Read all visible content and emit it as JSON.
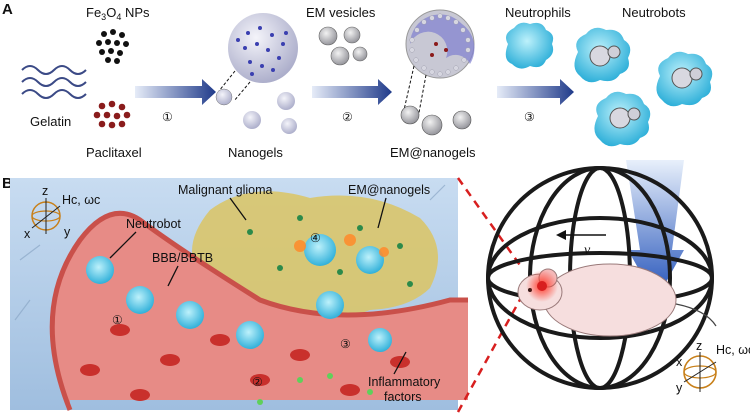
{
  "panel_a": {
    "label": "A",
    "fe3o4": "Fe3O4 NPs",
    "gelatin": "Gelatin",
    "paclitaxel": "Paclitaxel",
    "nanogels": "Nanogels",
    "em_vesicles": "EM vesicles",
    "em_nanogels": "EM@nanogels",
    "neutrophils": "Neutrophils",
    "neutrobots": "Neutrobots",
    "steps": [
      "①",
      "②",
      "③"
    ]
  },
  "panel_b": {
    "label": "B",
    "malignant_glioma": "Malignant glioma",
    "em_nanogels": "EM@nanogels",
    "neutrobot": "Neutrobot",
    "bbb": "BBB/BBTB",
    "inflammatory": "Inflammatory",
    "factors": "factors",
    "steps": [
      "①",
      "②",
      "③",
      "④"
    ],
    "axes": {
      "z": "z",
      "x": "x",
      "y": "y",
      "field": "Hc, ωc"
    },
    "velocity": "v",
    "mouse_axes": {
      "z": "z",
      "x": "x",
      "y": "y",
      "field": "Hc, ωc"
    }
  },
  "colors": {
    "arrow": "#1f3a8a",
    "vessel": "#e07070",
    "cell": "#3fc6e6",
    "glioma": "#d8c26a",
    "coil": "#1a1a1a",
    "laser": "#d81f1f"
  }
}
